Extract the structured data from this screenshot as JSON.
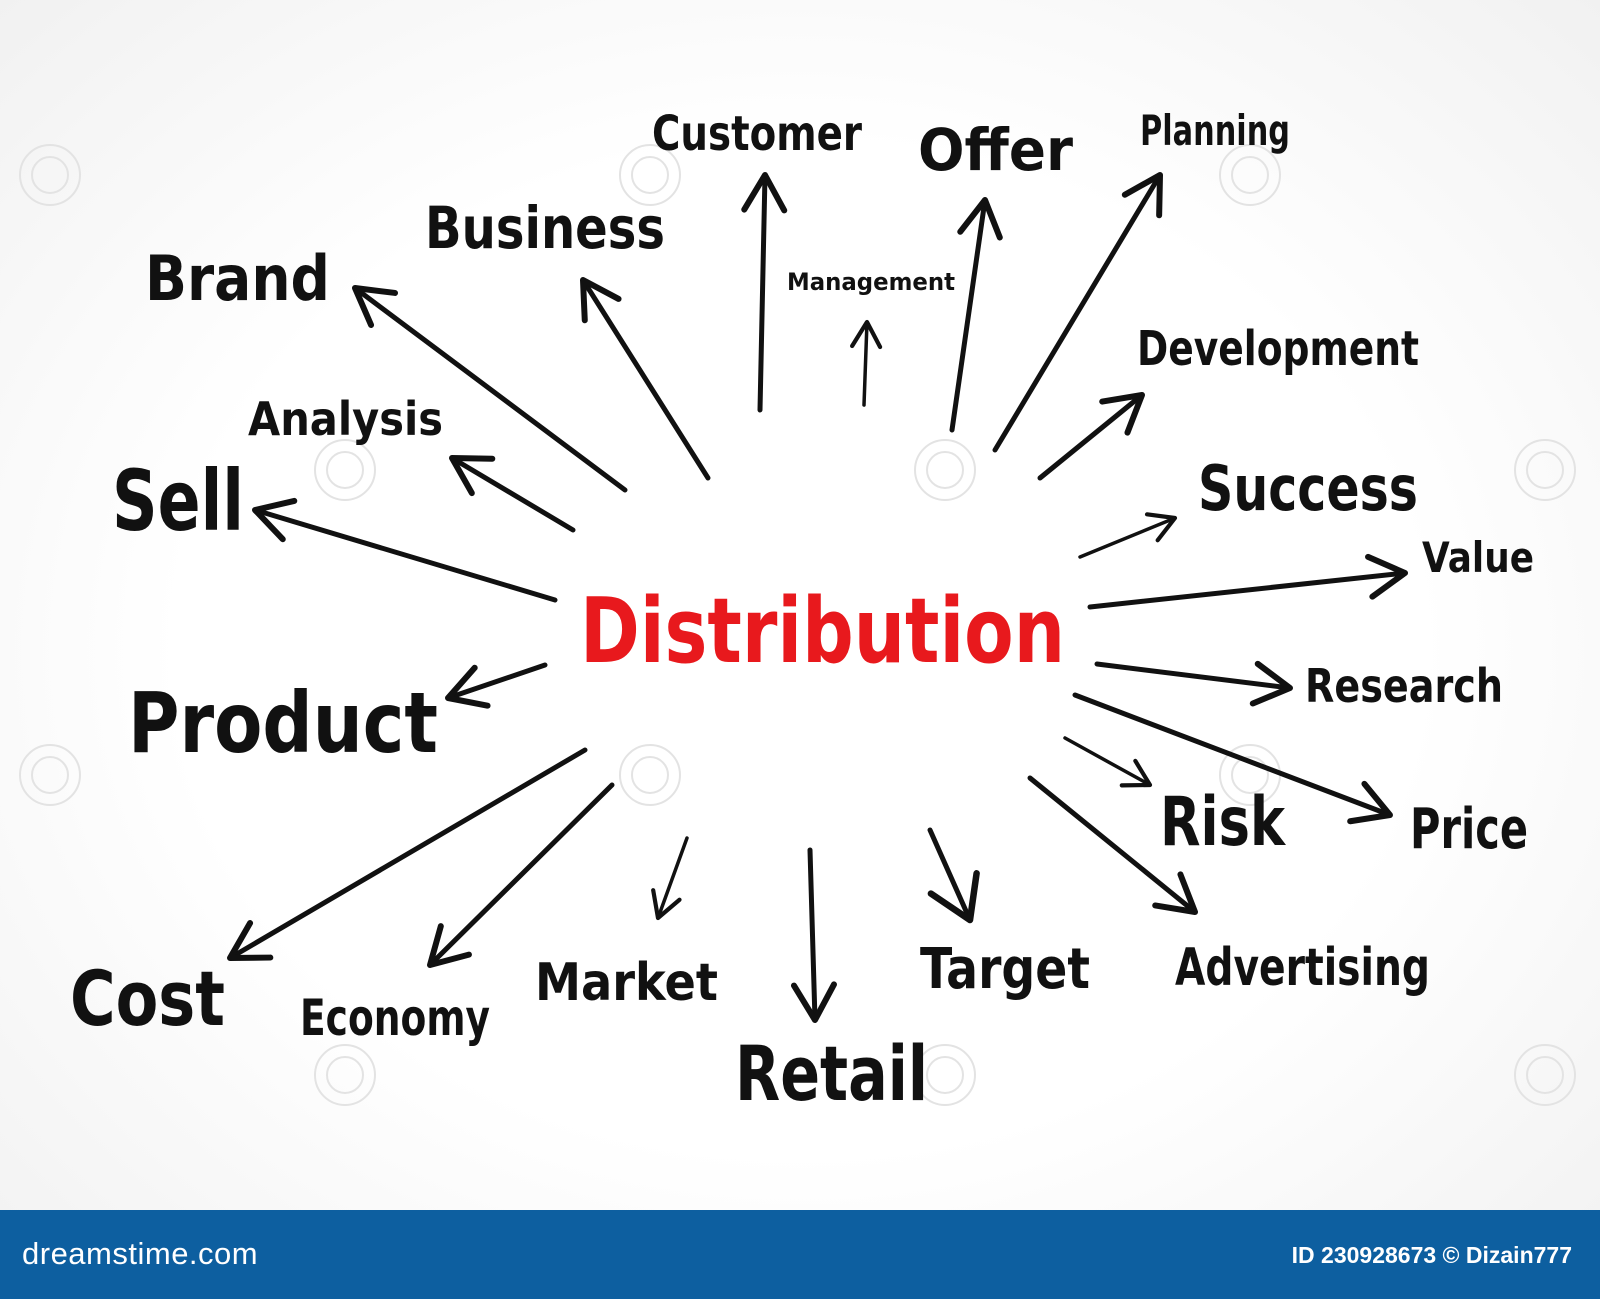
{
  "center": "Distribution",
  "words": {
    "customer": "Customer",
    "offer": "Offer",
    "planning": "Planning",
    "business": "Business",
    "brand": "Brand",
    "management": "Management",
    "development": "Development",
    "analysis": "Analysis",
    "success": "Success",
    "sell": "Sell",
    "value": "Value",
    "product": "Product",
    "research": "Research",
    "risk": "Risk",
    "price": "Price",
    "cost": "Cost",
    "economy": "Economy",
    "market": "Market",
    "retail": "Retail",
    "target": "Target",
    "advertising": "Advertising"
  },
  "footer": {
    "brand": "dreamstime.com",
    "credit": "ID 230928673 © Dizain777"
  },
  "colors": {
    "center_text": "#e8191d",
    "words": "#111111",
    "footer_bg": "#0d5fa0"
  }
}
